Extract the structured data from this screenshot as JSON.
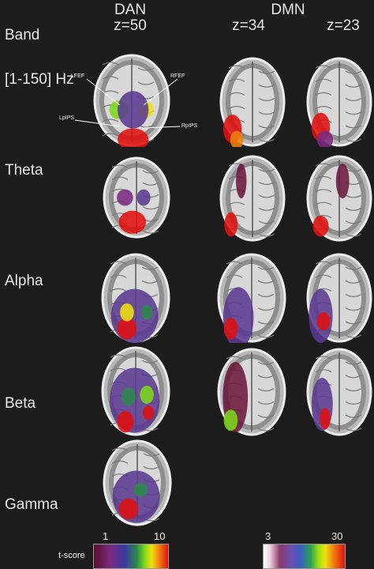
{
  "headers": {
    "dan": "DAN",
    "dan_z": "z=50",
    "dmn": "DMN",
    "dmn_z1": "z=34",
    "dmn_z2": "z=23"
  },
  "rows": [
    "Band",
    "[1-150] Hz",
    "Theta",
    "Alpha",
    "Beta",
    "Gamma"
  ],
  "annotations": [
    "LFEF",
    "RFEF",
    "LpIPS",
    "RpIPS"
  ],
  "colorbars": {
    "label": "t-score",
    "dan": {
      "min": "1",
      "max": "10"
    },
    "dmn": {
      "min": "3",
      "max": "30"
    }
  },
  "colors": {
    "background": "#1c1c1c"
  }
}
